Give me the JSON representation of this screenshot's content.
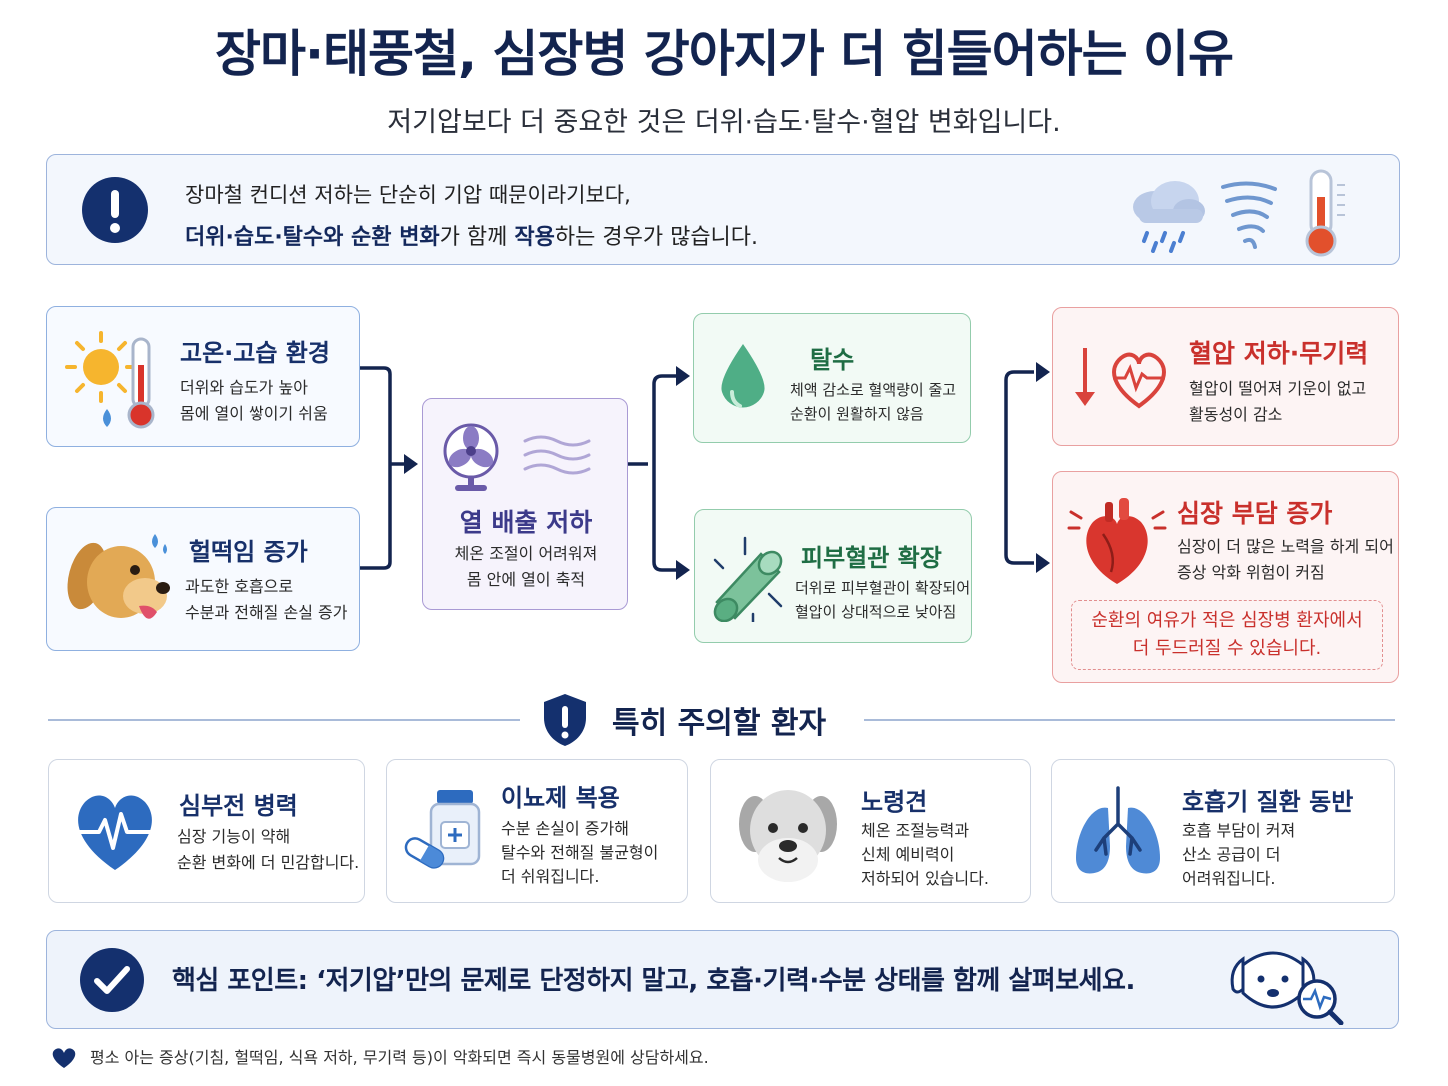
{
  "header": {
    "title": "장마·태풍철, 심장병 강아지가 더 힘들어하는 이유",
    "subtitle": "저기압보다 더 중요한 것은 더위·습도·탈수·혈압 변화입니다."
  },
  "notice": {
    "line1": "장마철 컨디션 저하는 단순히 기압 때문이라기보다,",
    "line2_bold1": "더위·습도·탈수와 순환 변화",
    "line2_mid": "가 함께 ",
    "line2_bold2": "작용",
    "line2_end": "하는 경우가 많습니다.",
    "icons": [
      "alert-icon",
      "rain-cloud-icon",
      "wind-swirl-icon",
      "thermometer-icon"
    ]
  },
  "causes": {
    "heat": {
      "title": "고온·고습 환경",
      "line1": "더위와 습도가 높아",
      "line2": "몸에 열이 쌓이기 쉬움"
    },
    "panting": {
      "title": "헐떡임 증가",
      "line1": "과도한 호흡으로",
      "line2": "수분과 전해질 손실 증가"
    }
  },
  "middle": {
    "title": "열 배출 저하",
    "line1": "체온 조절이 어려워져",
    "line2": "몸 안에 열이 축적"
  },
  "effects": {
    "dehydration": {
      "title": "탈수",
      "line1": "체액 감소로 혈액량이 줄고",
      "line2": "순환이 원활하지 않음"
    },
    "vessel": {
      "title": "피부혈관 확장",
      "line1": "더위로 피부혈관이 확장되어",
      "line2": "혈압이 상대적으로 낮아짐"
    }
  },
  "results": {
    "bp": {
      "title": "혈압 저하·무기력",
      "line1": "혈압이 떨어져 기운이 없고",
      "line2": "활동성이 감소"
    },
    "heart": {
      "title": "심장 부담 증가",
      "line1": "심장이 더 많은 노력을 하게 되어",
      "line2": "증상 악화 위험이 커짐",
      "note1": "순환의 여유가 적은 심장병 환자에서",
      "note2": "더 두드러질 수 있습니다."
    }
  },
  "section": {
    "title": "특히 주의할 환자"
  },
  "patients": [
    {
      "title": "심부전 병력",
      "lines": [
        "심장 기능이 약해",
        "순환 변화에 더 민감합니다."
      ]
    },
    {
      "title": "이뇨제 복용",
      "lines": [
        "수분 손실이 증가해",
        "탈수와 전해질 불균형이",
        "더 쉬워집니다."
      ]
    },
    {
      "title": "노령견",
      "lines": [
        "체온 조절능력과",
        "신체 예비력이",
        "저하되어 있습니다."
      ]
    },
    {
      "title": "호흡기 질환 동반",
      "lines": [
        "호흡 부담이 커져",
        "산소 공급이 더",
        "어려워집니다."
      ]
    }
  ],
  "key_point": "핵심 포인트: ‘저기압’만의 문제로 단정하지 말고, 호흡·기력·수분 상태를 함께 살펴보세요.",
  "footnote": "평소 아는 증상(기침, 헐떡임, 식욕 저하, 무기력 등)이 악화되면 즉시 동물병원에 상담하세요.",
  "colors": {
    "navy": "#13244f",
    "red": "#c9302c",
    "green": "#1f6d44",
    "purple": "#3c3a8a"
  }
}
